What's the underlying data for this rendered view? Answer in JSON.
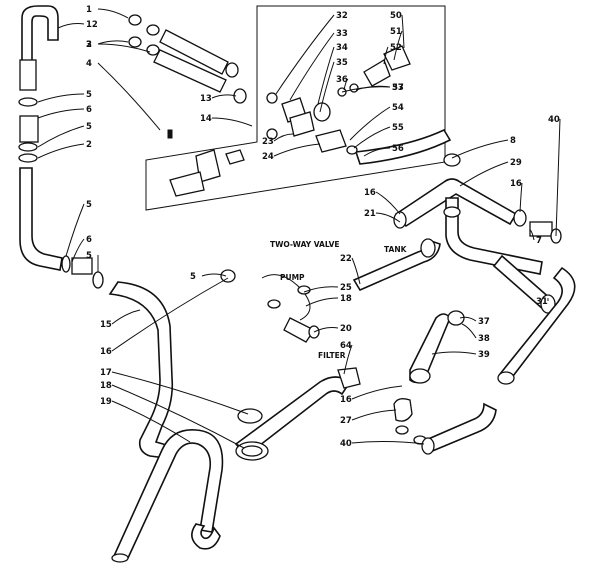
{
  "diagram": {
    "part_numbers": [
      "1",
      "12",
      "2",
      "3",
      "4",
      "5",
      "6",
      "5",
      "2",
      "5",
      "6",
      "5",
      "13",
      "14",
      "32",
      "33",
      "34",
      "35",
      "36",
      "37",
      "50",
      "51",
      "52",
      "53",
      "54",
      "55",
      "56",
      "23",
      "24",
      "40",
      "8",
      "29",
      "16",
      "21",
      "7",
      "16",
      "22",
      "31",
      "25",
      "18",
      "20",
      "15",
      "16",
      "17",
      "18",
      "19",
      "64",
      "37",
      "38",
      "39",
      "16",
      "27",
      "40",
      "5"
    ],
    "labels": {
      "two_way_valve": "TWO-WAY VALVE",
      "tank": "TANK",
      "pump": "PUMP",
      "filter": "FILTER"
    }
  }
}
